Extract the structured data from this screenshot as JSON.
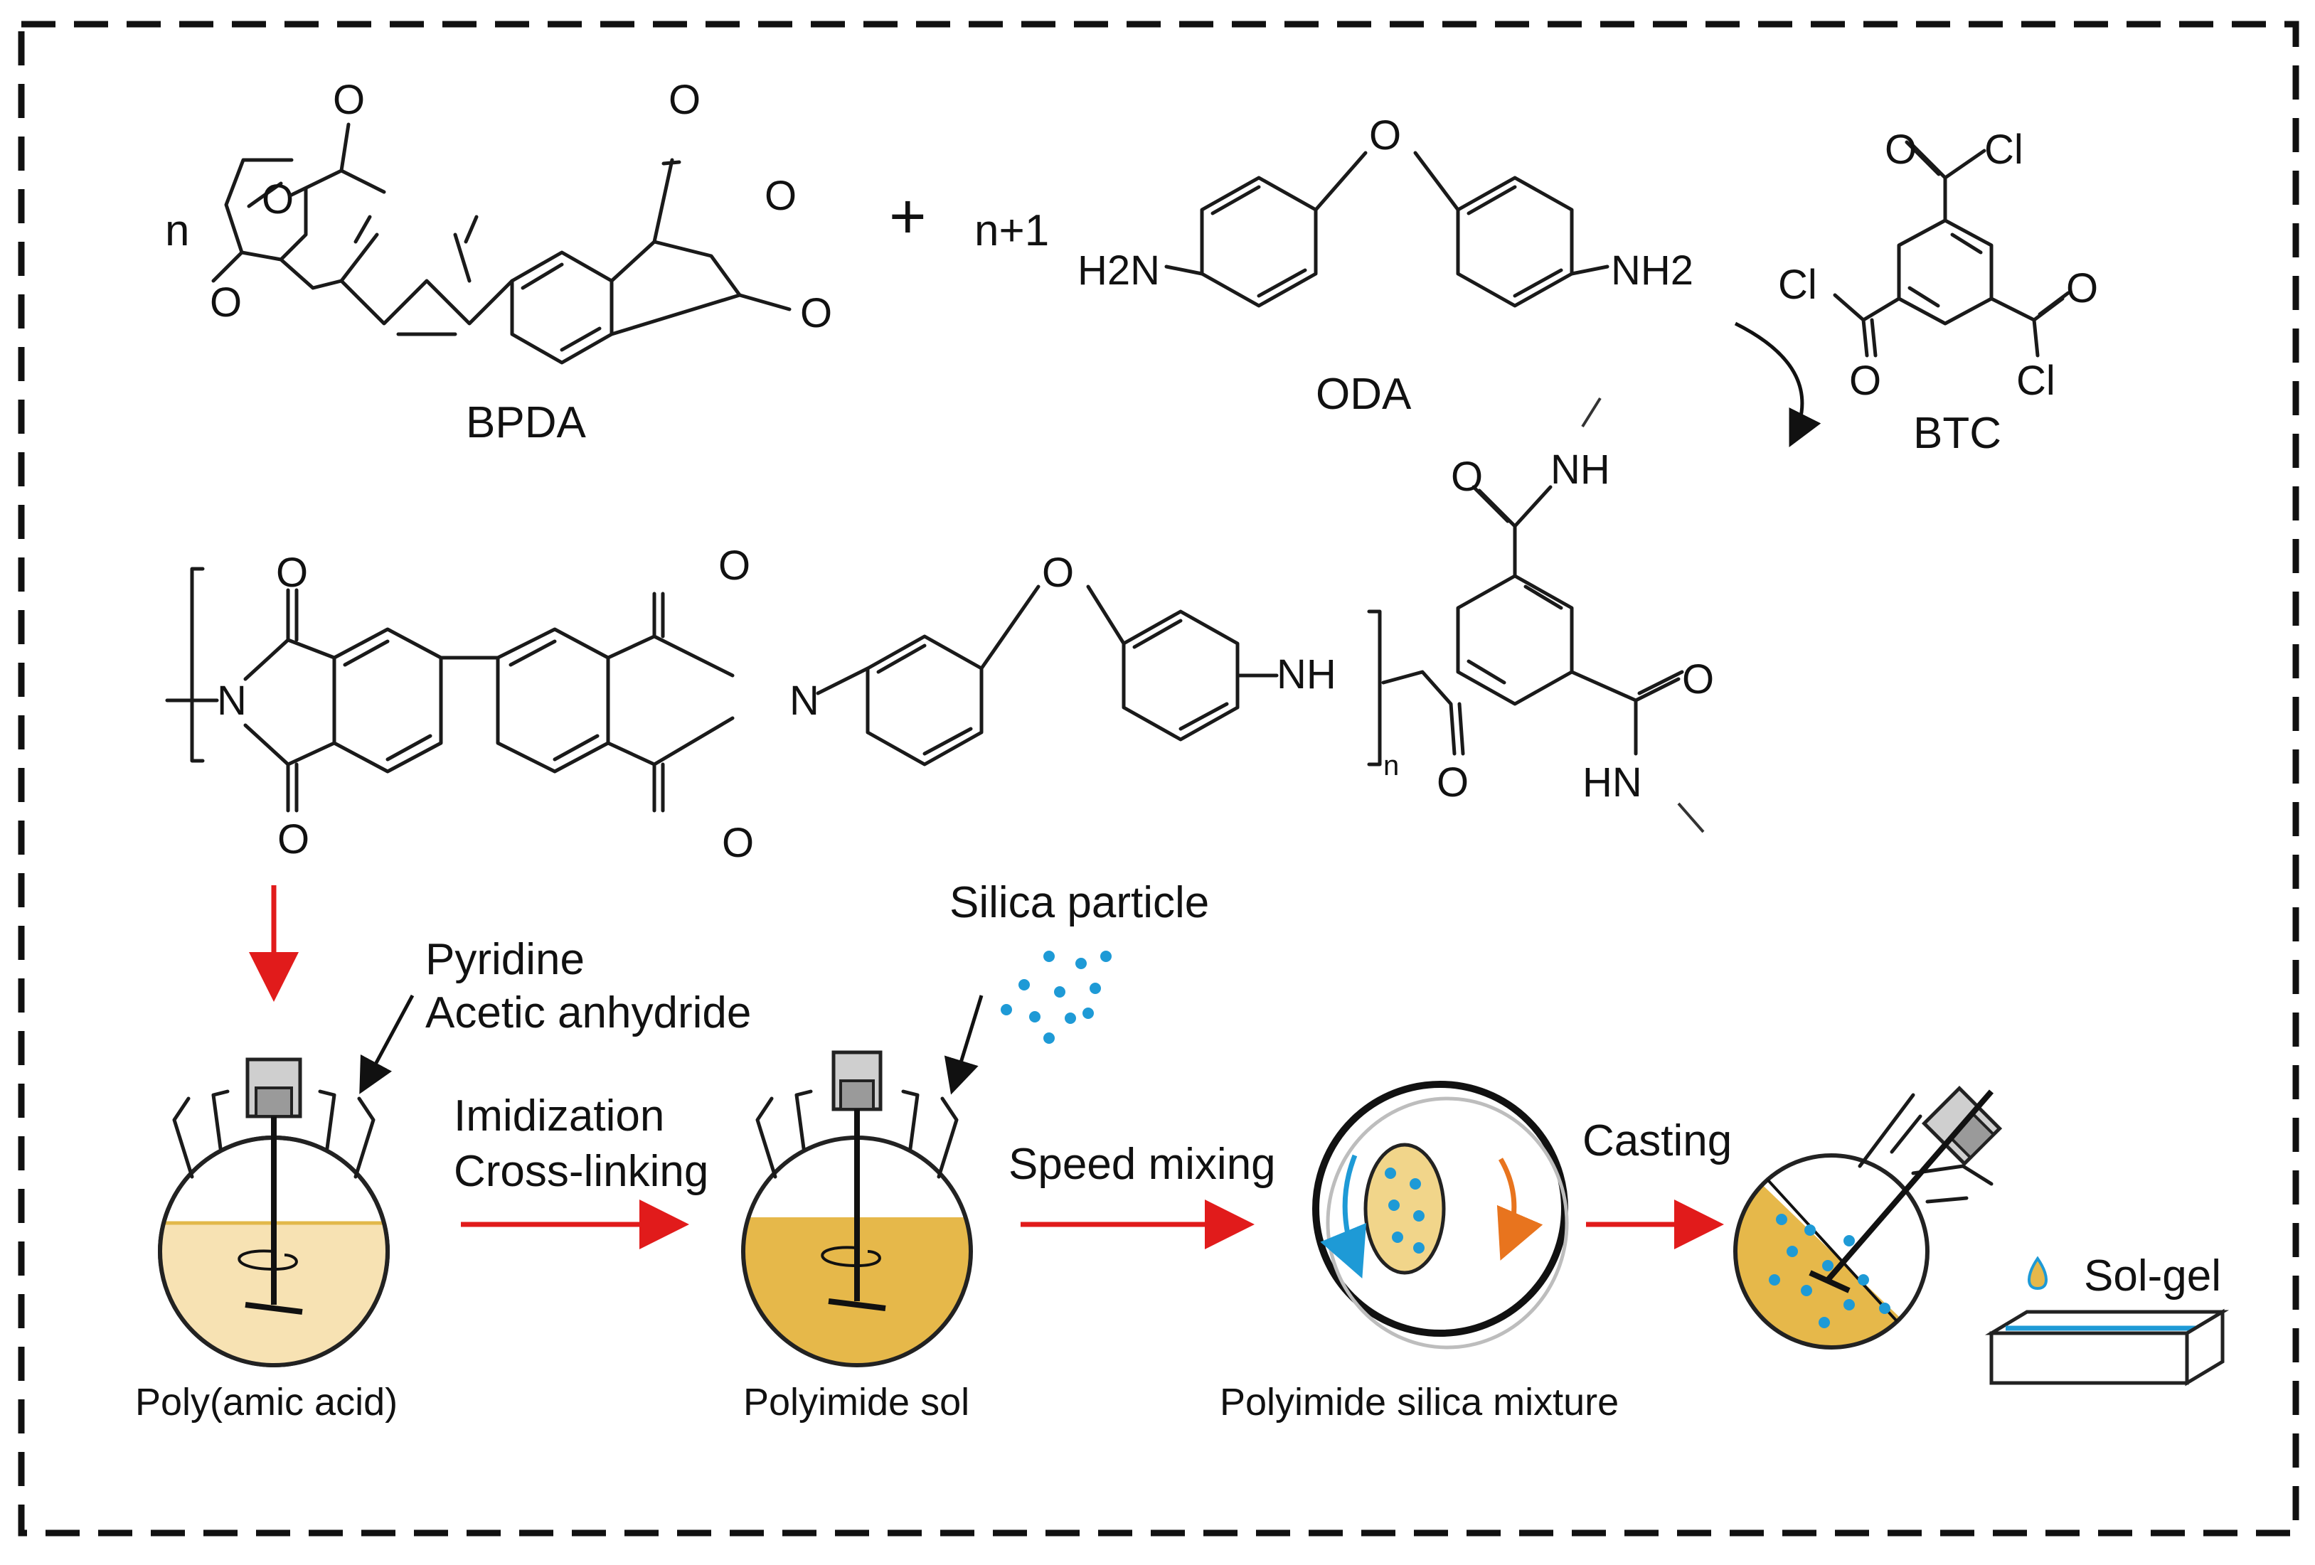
{
  "colors": {
    "frame": "#111111",
    "arrow_red": "#e11b1b",
    "sol_light": "#f7e2b3",
    "sol_dark": "#e6b84a",
    "silica_blue": "#1e9ad6",
    "rotation_orange": "#e8741e"
  },
  "molecules": {
    "bpda": {
      "coefficient": "n",
      "label": "BPDA"
    },
    "plus_sign": "+",
    "oda": {
      "coefficient": "n+1",
      "label": "ODA",
      "left_group": "H2N",
      "right_group": "NH2"
    },
    "btc": {
      "label": "BTC",
      "group": "Cl"
    },
    "atoms": {
      "oxygen": "O",
      "nitrogen": "N",
      "amine": "NH",
      "amine_rev": "HN",
      "chlorine": "Cl",
      "n_subscript": "n"
    }
  },
  "process": {
    "reagents": {
      "line1": "Pyridine",
      "line2": "Acetic anhydride"
    },
    "silica_label": "Silica particle",
    "step1": {
      "line1": "Imidization",
      "line2": "Cross-linking"
    },
    "step2": "Speed mixing",
    "step3": "Casting",
    "solgel_label": "Sol-gel",
    "captions": {
      "paa": "Poly(amic acid)",
      "sol": "Polyimide sol",
      "mixture": "Polyimide silica mixture"
    }
  }
}
